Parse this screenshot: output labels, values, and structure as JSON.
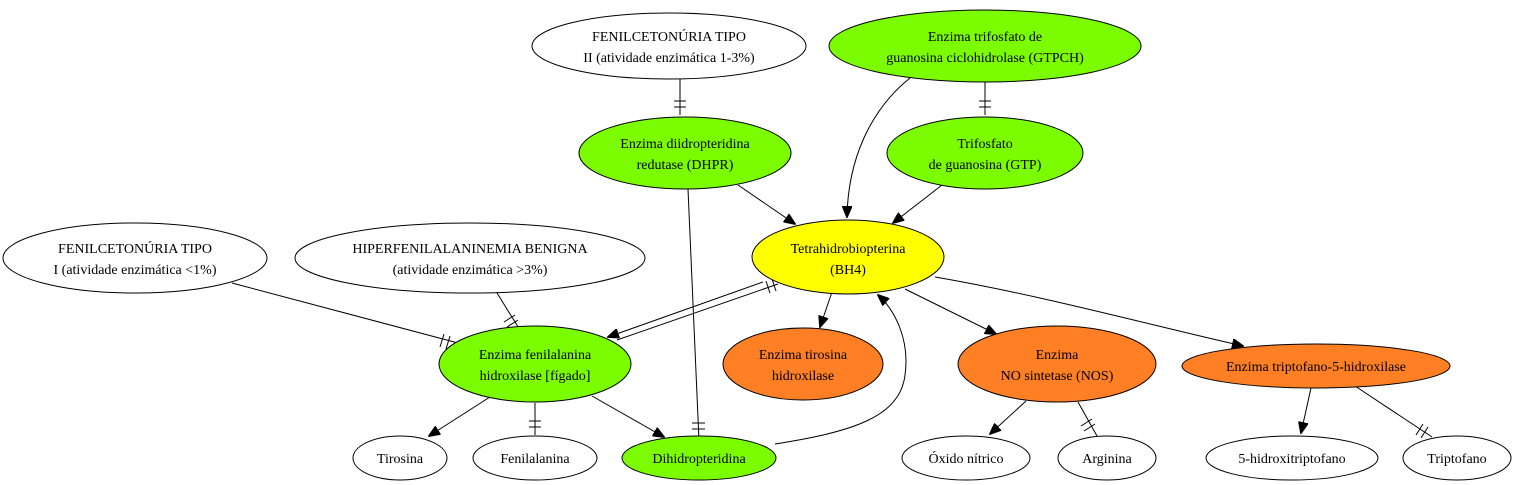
{
  "colors": {
    "green": "#7cfc00",
    "yellow": "#ffff00",
    "orange": "#ff7f24",
    "white": "#ffffff"
  },
  "nodes": {
    "pku2": {
      "line1": "FENILCETONÚRIA TIPO",
      "line2": "II (atividade enzimática 1-3%)",
      "fill": "white"
    },
    "gtpch": {
      "line1": "Enzima trifosfato de",
      "line2": "guanosina ciclohidrolase (GTPCH)",
      "fill": "green"
    },
    "dhpr": {
      "line1": "Enzima diidropteridina",
      "line2": "redutase (DHPR)",
      "fill": "green"
    },
    "gtp": {
      "line1": "Trifosfato",
      "line2": "de guanosina (GTP)",
      "fill": "green"
    },
    "bh4": {
      "line1": "Tetrahidrobiopterina",
      "line2": "(BH4)",
      "fill": "yellow"
    },
    "pku1": {
      "line1": "FENILCETONÚRIA TIPO",
      "line2": "I (atividade enzimática <1%)",
      "fill": "white"
    },
    "hpa": {
      "line1": "HIPERFENILALANINEMIA BENIGNA",
      "line2": "(atividade enzimática >3%)",
      "fill": "white"
    },
    "pah": {
      "line1": "Enzima fenilalanina",
      "line2": "hidroxilase [fígado]",
      "fill": "green"
    },
    "th": {
      "line1": "Enzima tirosina",
      "line2": "hidroxilase",
      "fill": "orange"
    },
    "nos": {
      "line1": "Enzima",
      "line2": "NO sintetase (NOS)",
      "fill": "orange"
    },
    "tph": {
      "line1": "Enzima triptofano-5-hidroxilase",
      "fill": "orange"
    },
    "tyr": {
      "line1": "Tirosina",
      "fill": "white"
    },
    "phe": {
      "line1": "Fenilalanina",
      "fill": "white"
    },
    "dhb": {
      "line1": "Dihidropteridina",
      "fill": "green"
    },
    "no": {
      "line1": "Óxido nítrico",
      "fill": "white"
    },
    "arg": {
      "line1": "Arginina",
      "fill": "white"
    },
    "htp": {
      "line1": "5-hidroxitriptofano",
      "fill": "white"
    },
    "trp": {
      "line1": "Triptofano",
      "fill": "white"
    }
  },
  "edges": [
    {
      "from": "pku2",
      "to": "dhpr",
      "type": "inhibit"
    },
    {
      "from": "gtpch",
      "to": "gtp",
      "type": "inhibit"
    },
    {
      "from": "gtpch",
      "to": "bh4",
      "type": "activate"
    },
    {
      "from": "dhpr",
      "to": "bh4",
      "type": "activate"
    },
    {
      "from": "gtp",
      "to": "bh4",
      "type": "activate"
    },
    {
      "from": "dhpr",
      "to": "dhb",
      "type": "inhibit"
    },
    {
      "from": "pku1",
      "to": "pah",
      "type": "inhibit"
    },
    {
      "from": "hpa",
      "to": "pah",
      "type": "inhibit"
    },
    {
      "from": "bh4",
      "to": "pah",
      "type": "activate"
    },
    {
      "from": "pah",
      "to": "bh4",
      "type": "inhibit"
    },
    {
      "from": "bh4",
      "to": "th",
      "type": "activate"
    },
    {
      "from": "bh4",
      "to": "nos",
      "type": "activate"
    },
    {
      "from": "bh4",
      "to": "tph",
      "type": "activate"
    },
    {
      "from": "pah",
      "to": "tyr",
      "type": "activate"
    },
    {
      "from": "pah",
      "to": "phe",
      "type": "inhibit"
    },
    {
      "from": "pah",
      "to": "dhb",
      "type": "activate"
    },
    {
      "from": "dhb",
      "to": "bh4",
      "type": "activate"
    },
    {
      "from": "nos",
      "to": "no",
      "type": "activate"
    },
    {
      "from": "nos",
      "to": "arg",
      "type": "inhibit"
    },
    {
      "from": "tph",
      "to": "htp",
      "type": "activate"
    },
    {
      "from": "tph",
      "to": "trp",
      "type": "inhibit"
    }
  ]
}
